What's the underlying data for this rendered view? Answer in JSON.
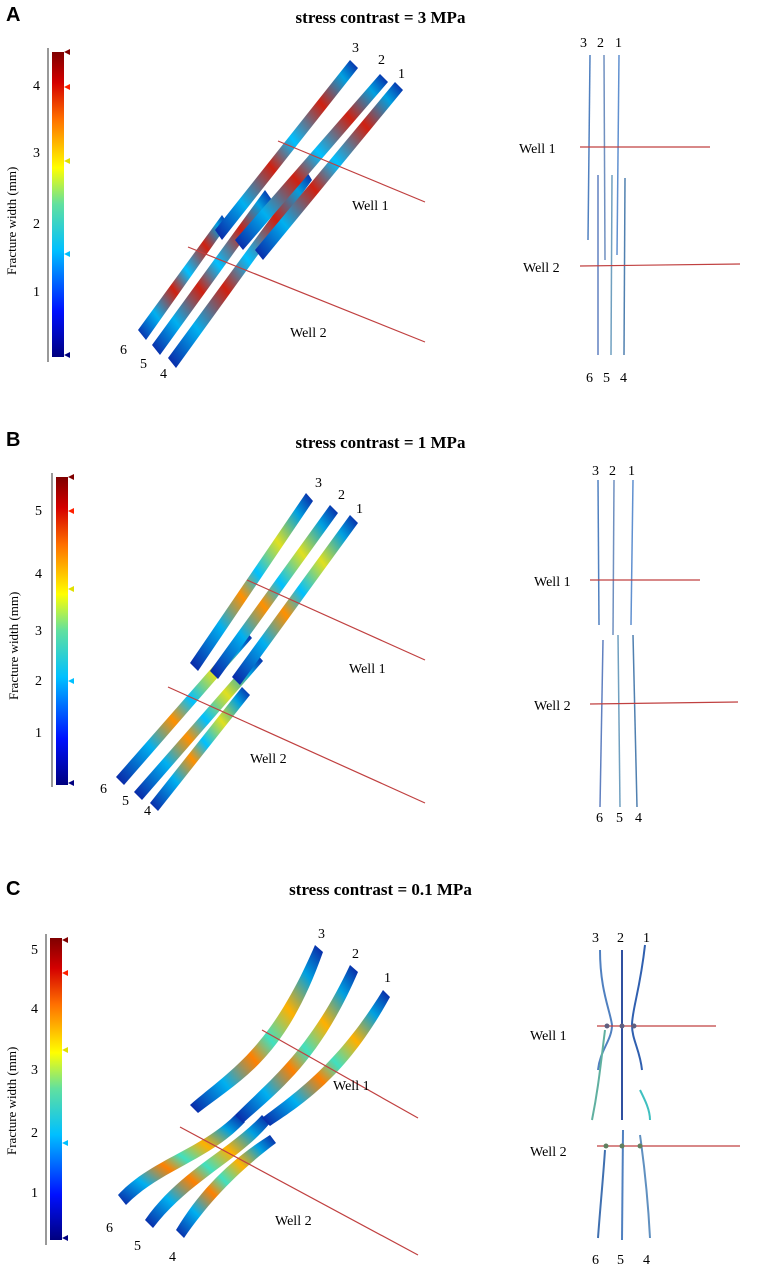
{
  "colorbar": {
    "axis_label": "Fracture width (mm)",
    "colors": [
      "#00007f",
      "#0000ff",
      "#00bfff",
      "#4fe0a0",
      "#ffff00",
      "#ff8c00",
      "#d40000",
      "#7f0000"
    ]
  },
  "panels": [
    {
      "letter": "A",
      "title": "stress contrast = 3 MPa",
      "ticks": [
        "1",
        "2",
        "3",
        "4"
      ],
      "fracture_labels_top": [
        "3",
        "2",
        "1"
      ],
      "fracture_labels_bottom": [
        "6",
        "5",
        "4"
      ],
      "wells": [
        "Well 1",
        "Well 2"
      ],
      "side_top": [
        "3",
        "2",
        "1"
      ],
      "side_bottom": [
        "6",
        "5",
        "4"
      ],
      "side_wells": [
        "Well 1",
        "Well 2"
      ]
    },
    {
      "letter": "B",
      "title": "stress contrast = 1 MPa",
      "ticks": [
        "1",
        "2",
        "3",
        "4",
        "5"
      ],
      "fracture_labels_top": [
        "3",
        "2",
        "1"
      ],
      "fracture_labels_bottom": [
        "6",
        "5",
        "4"
      ],
      "wells": [
        "Well 1",
        "Well 2"
      ],
      "side_top": [
        "3",
        "2",
        "1"
      ],
      "side_bottom": [
        "6",
        "5",
        "4"
      ],
      "side_wells": [
        "Well 1",
        "Well 2"
      ]
    },
    {
      "letter": "C",
      "title": "stress contrast = 0.1 MPa",
      "ticks": [
        "1",
        "2",
        "3",
        "4",
        "5"
      ],
      "fracture_labels_top": [
        "3",
        "2",
        "1"
      ],
      "fracture_labels_bottom": [
        "6",
        "5",
        "4"
      ],
      "wells": [
        "Well 1",
        "Well 2"
      ],
      "side_top": [
        "3",
        "2",
        "1"
      ],
      "side_bottom": [
        "6",
        "5",
        "4"
      ],
      "side_wells": [
        "Well 1",
        "Well 2"
      ]
    }
  ]
}
